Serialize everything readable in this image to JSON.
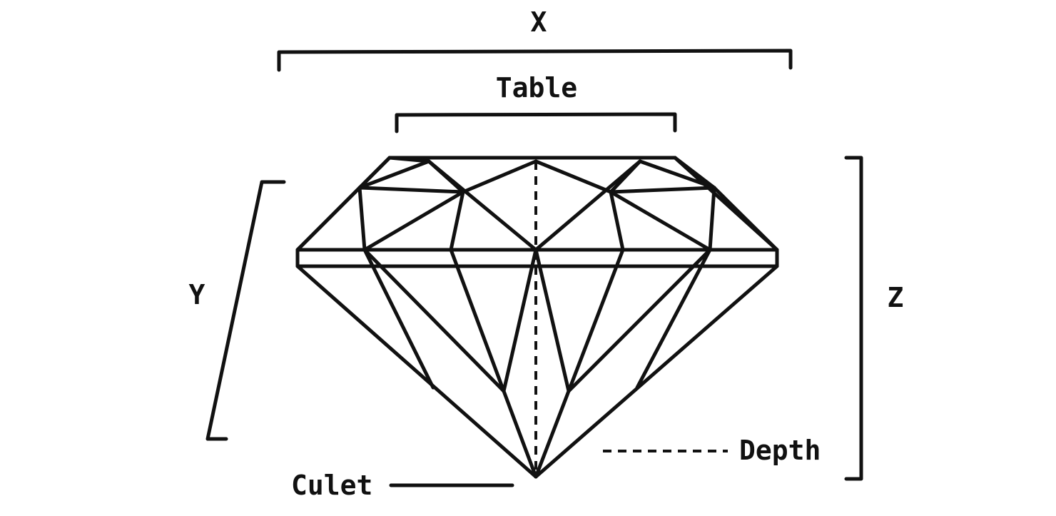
{
  "labels": {
    "x": "X",
    "table": "Table",
    "y": "Y",
    "z": "Z",
    "depth": "Depth",
    "culet": "Culet"
  },
  "colors": {
    "line": "#111111",
    "background": "#ffffff"
  }
}
